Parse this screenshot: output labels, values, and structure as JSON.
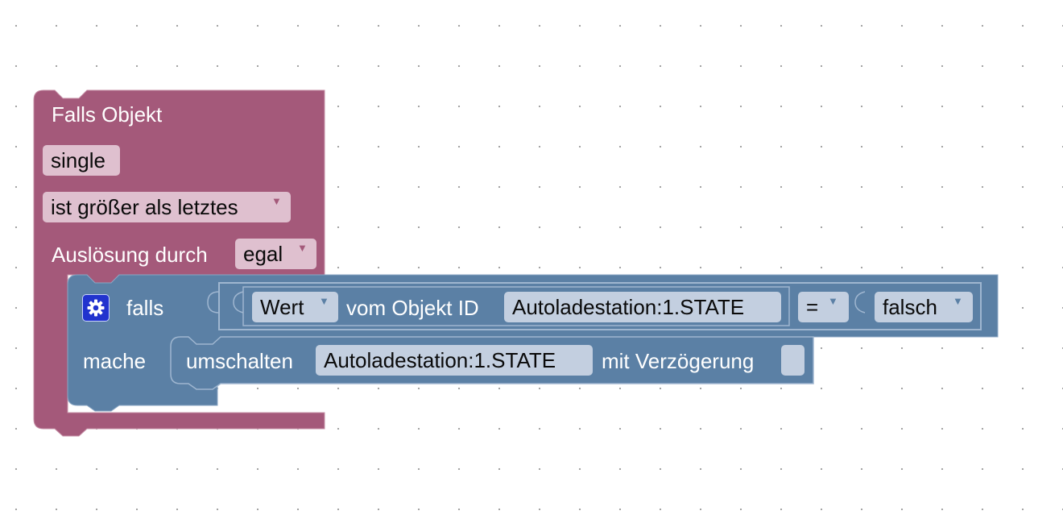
{
  "colors": {
    "trigger_block": "#a4597a",
    "logic_block": "#5b80a5",
    "field_pink": "#dfc0cf",
    "field_blue": "#c3cfe0",
    "mutator_button": "#2133ce"
  },
  "trigger_block": {
    "title": "Falls Objekt",
    "object_field": "single",
    "condition_dropdown": {
      "value": "ist größer als letztes",
      "arrow": "▼"
    },
    "trigger_label": "Auslösung durch",
    "trigger_dropdown": {
      "value": "egal",
      "arrow": "▼"
    }
  },
  "if_block": {
    "mutator_icon": "gear-icon",
    "if_label": "falls",
    "do_label": "mache",
    "condition": {
      "property_dropdown": {
        "value": "Wert",
        "arrow": "▼"
      },
      "object_label": "vom Objekt ID",
      "object_id": "Autoladestation:1.STATE",
      "operator_dropdown": {
        "value": "=",
        "arrow": "▼"
      },
      "value_dropdown": {
        "value": "falsch",
        "arrow": "▼"
      }
    }
  },
  "toggle_block": {
    "label": "umschalten",
    "object_id": "Autoladestation:1.STATE",
    "delay_label": "mit Verzögerung",
    "delay_value": ""
  }
}
